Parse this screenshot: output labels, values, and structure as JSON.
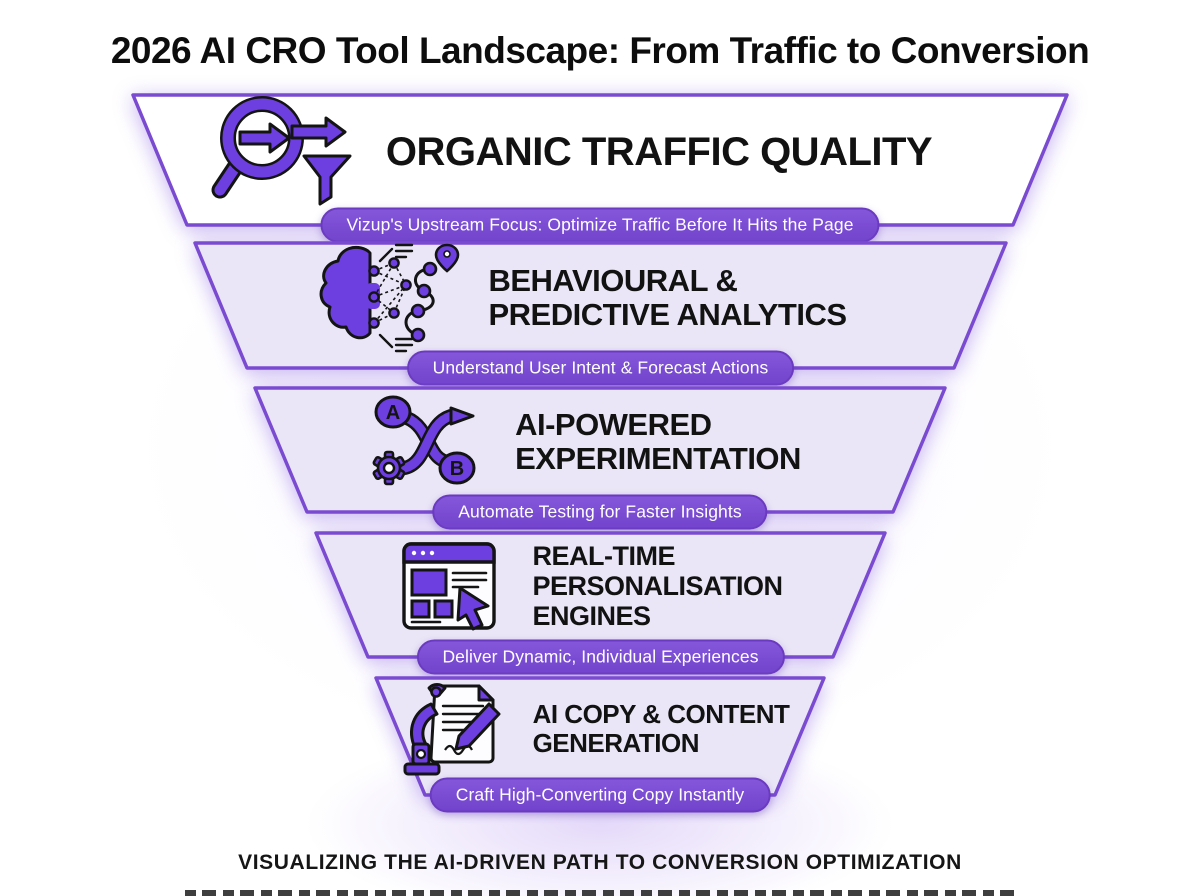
{
  "page": {
    "title": "2026 AI CRO Tool Landscape: From Traffic to Conversion",
    "footer_caption": "VISUALIZING THE AI-DRIVEN PATH TO CONVERSION OPTIMIZATION"
  },
  "colors": {
    "accent_purple": "#7243cc",
    "level_border": "#7a4bd1",
    "icon_purple": "#6d3fe0",
    "level_fill_light": "#ebe6f7",
    "level1_fill": "#ffffff",
    "badge_bg": "#7b4cd6",
    "badge_text": "#ffffff",
    "heading_text": "#121212"
  },
  "funnel": {
    "levels": [
      {
        "icon": "search-arrows-funnel-icon",
        "title_lines": [
          "ORGANIC TRAFFIC QUALITY"
        ],
        "badge": "Vizup's Upstream Focus: Optimize Traffic Before It Hits the Page"
      },
      {
        "icon": "brain-network-icon",
        "title_lines": [
          "BEHAVIOURAL &",
          "PREDICTIVE ANALYTICS"
        ],
        "badge": "Understand User Intent & Forecast Actions"
      },
      {
        "icon": "ab-test-branch-icon",
        "title_lines": [
          "AI-POWERED",
          "EXPERIMENTATION"
        ],
        "badge": "Automate Testing for Faster Insights"
      },
      {
        "icon": "personalization-browser-icon",
        "title_lines": [
          "REAL-TIME",
          "PERSONALISATION",
          "ENGINES"
        ],
        "badge": "Deliver Dynamic, Individual Experiences"
      },
      {
        "icon": "robot-writing-icon",
        "title_lines": [
          "AI COPY & CONTENT",
          "GENERATION"
        ],
        "badge": "Craft High-Converting Copy Instantly"
      }
    ]
  }
}
